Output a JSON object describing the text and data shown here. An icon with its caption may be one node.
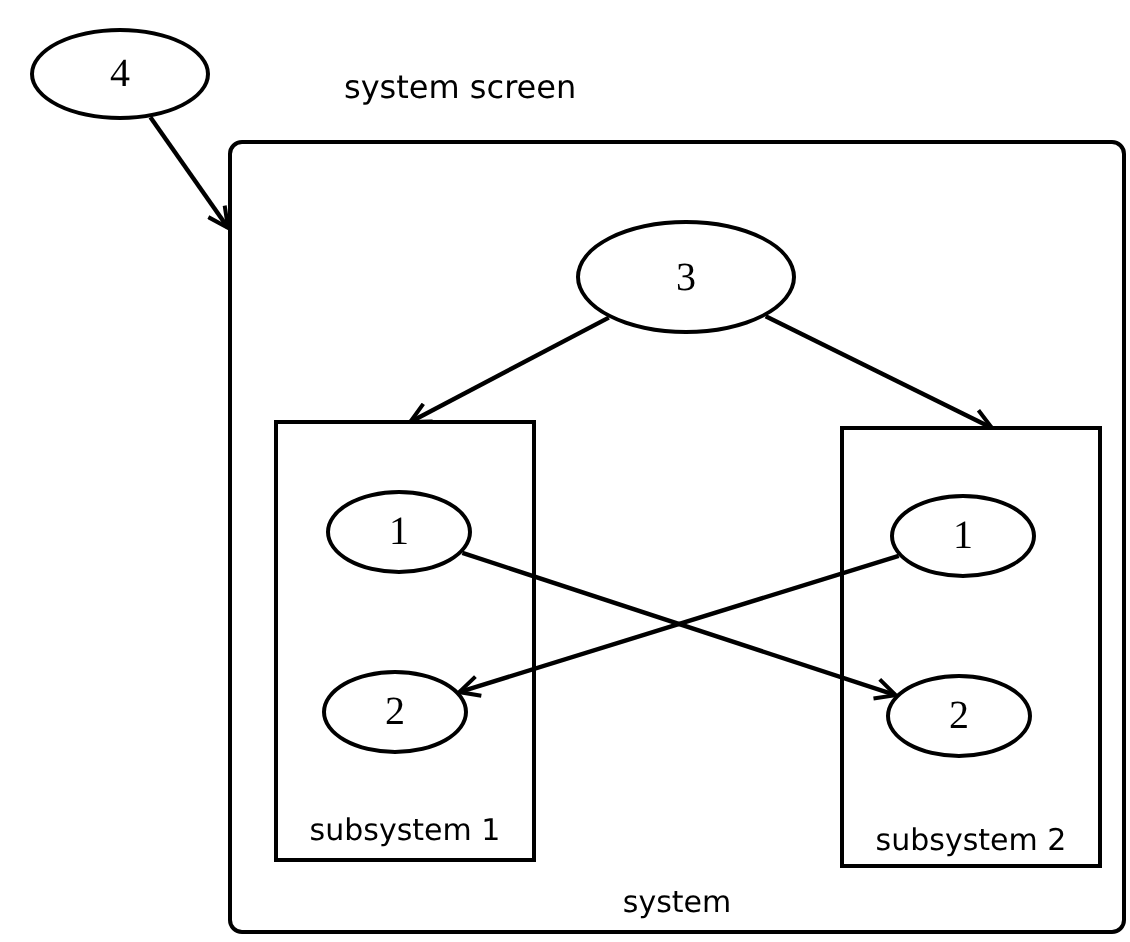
{
  "diagram": {
    "nodes": [
      {
        "text": [
          "4"
        ]
      },
      {
        "text": [
          "system"
        ]
      },
      {
        "text": [
          "3"
        ],
        "in": 1
      },
      {
        "text": [
          "subsystem 1"
        ],
        "in": 1
      },
      {
        "text": [
          "1"
        ],
        "in": 3
      },
      {
        "text": [
          "2"
        ],
        "in": 3
      },
      {
        "text": [
          "subsystem 2"
        ],
        "in": 1
      },
      {
        "text": [
          "1"
        ],
        "in": 6
      },
      {
        "text": [
          "2"
        ],
        "in": 6
      }
    ],
    "edges": [
      {
        "from": 0,
        "to": 1,
        "arrow": "to"
      },
      {
        "from": 2,
        "to": 3,
        "arrow": "to"
      },
      {
        "from": 2,
        "to": 6,
        "arrow": "to"
      },
      {
        "from": 4,
        "to": 8,
        "arrow": "to"
      },
      {
        "from": 7,
        "to": 5,
        "arrow": "to"
      }
    ],
    "labels": [
      "system screen"
    ]
  }
}
